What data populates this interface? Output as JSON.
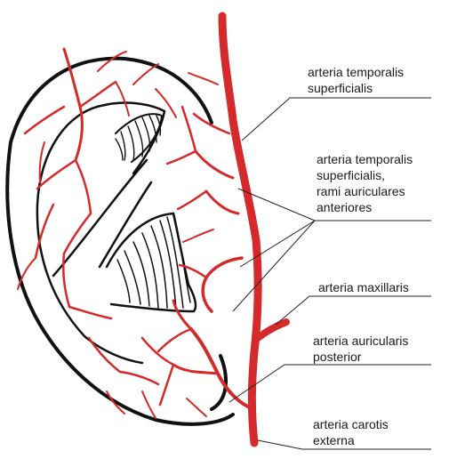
{
  "colors": {
    "artery": "#d42a2a",
    "outline": "#111111",
    "leader": "#222222",
    "text": "#1a1a1a"
  },
  "labels": {
    "temporalis": "arteria temporalis\nsuperficialis",
    "auriculares": "arteria temporalis\nsuperficialis,\nrami auriculares\nanteriores",
    "maxillaris": "arteria maxillaris",
    "posterior": "arteria auricularis\nposterior",
    "carotis": "arteria carotis\nexterna"
  }
}
